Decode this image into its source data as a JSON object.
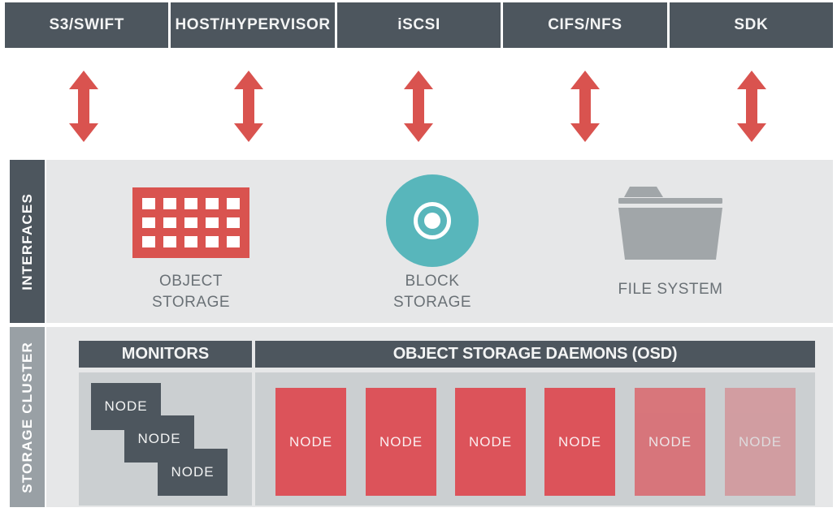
{
  "palette": {
    "dark_slate": "#4d565e",
    "cluster_sidebar_gray": "#99a0a5",
    "band_background": "#e6e7e8",
    "node_panel_gray": "#cbcfd1",
    "arrow_red": "#d9534f",
    "osd_node_red": "#dc535a",
    "block_teal": "#58b6bb",
    "folder_gray": "#a1a6a9",
    "label_text_gray": "#6a7176"
  },
  "protocol_bar": {
    "items": [
      "S3/SWIFT",
      "HOST/HYPERVISOR",
      "iSCSI",
      "CIFS/NFS",
      "SDK"
    ]
  },
  "arrows": {
    "icon": "up-down-arrow",
    "count": 5
  },
  "interfaces": {
    "sidebar_label": "INTERFACES",
    "object_storage_label": "OBJECT\nSTORAGE",
    "block_storage_label": "BLOCK\nSTORAGE",
    "file_system_label": "FILE SYSTEM"
  },
  "storage_cluster": {
    "sidebar_label": "STORAGE CLUSTER",
    "monitors_title": "MONITORS",
    "osd_title": "OBJECT STORAGE DAEMONS (OSD)",
    "monitor_nodes": [
      "NODE",
      "NODE",
      "NODE"
    ],
    "osd_nodes": [
      "NODE",
      "NODE",
      "NODE",
      "NODE",
      "NODE",
      "NODE"
    ]
  }
}
